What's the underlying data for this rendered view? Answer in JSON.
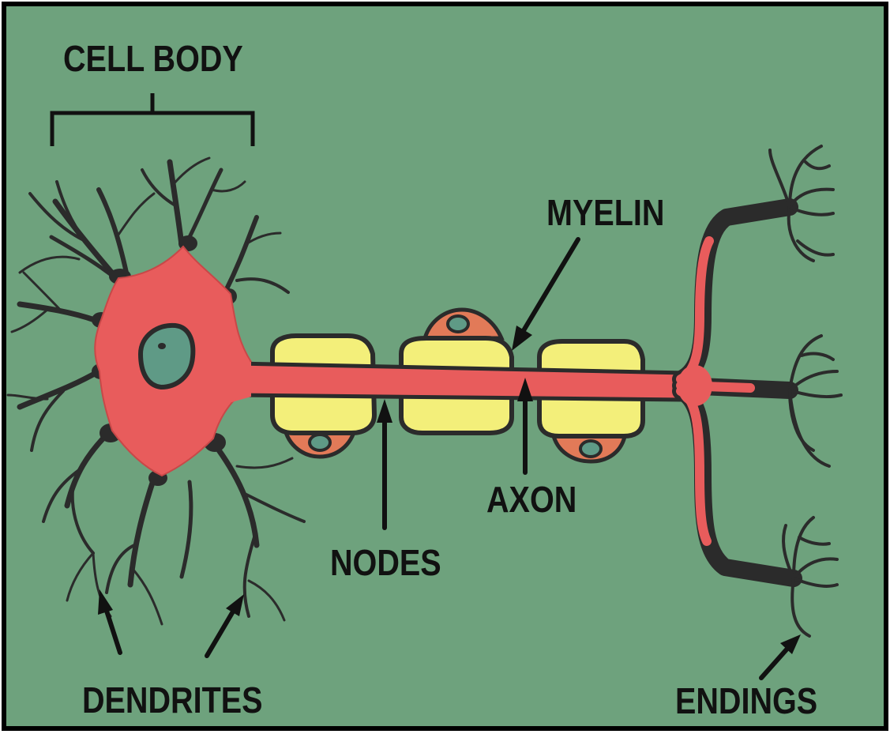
{
  "labels": {
    "cell_body": "CELL BODY",
    "myelin": "MYELIN",
    "axon": "AXON",
    "nodes": "NODES",
    "dendrites": "DENDRITES",
    "endings": "ENDINGS"
  },
  "colors": {
    "background": "#6ea27d",
    "cell_body": "#e85c5c",
    "nucleus": "#5f9a86",
    "myelin": "#f3ef7a",
    "schwann_cap": "#e27a58",
    "outline": "#2b2b2b"
  }
}
